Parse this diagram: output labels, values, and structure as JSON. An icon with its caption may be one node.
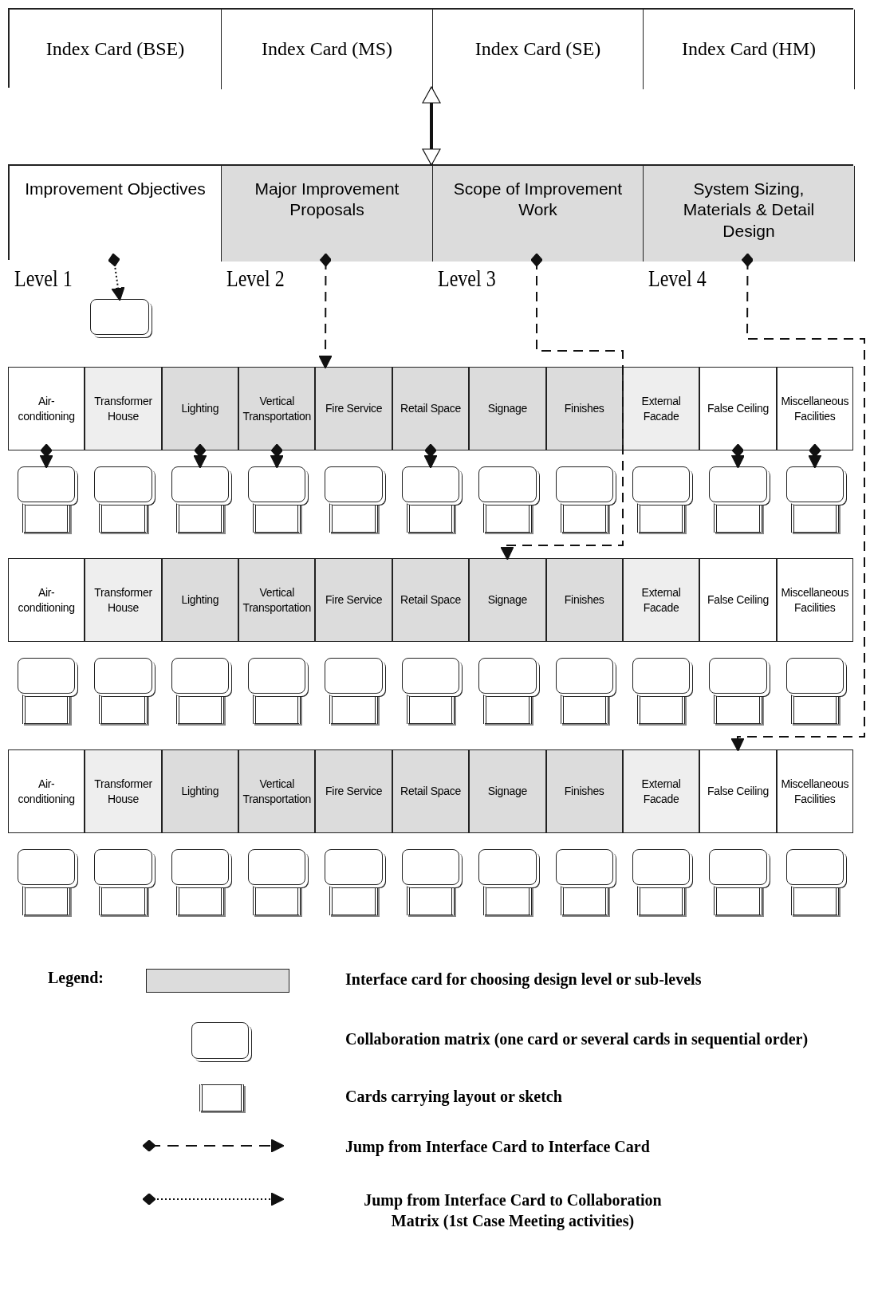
{
  "diagram": {
    "nodes": [
      {
        "text": [],
        "shape": "box"
      },
      {
        "text": [
          "Index Card (BSE)"
        ],
        "in": 0
      },
      {
        "text": [
          "Index Card (MS)"
        ],
        "in": 0
      },
      {
        "text": [
          "Index Card (SE)"
        ],
        "in": 0
      },
      {
        "text": [
          "Index Card (HM)"
        ],
        "in": 0
      },
      {
        "text": [],
        "shape": "box"
      },
      {
        "text": [
          "Improvement Objectives"
        ],
        "in": 5,
        "beside": [
          "Level 1"
        ]
      },
      {
        "text": [
          "Major Improvement Proposals"
        ],
        "in": 5,
        "beside": [
          "Level 2"
        ]
      },
      {
        "text": [
          "Scope of Improvement Work"
        ],
        "in": 5,
        "beside": [
          "Level 3"
        ]
      },
      {
        "text": [
          "System Sizing, Materials & Detail Design"
        ],
        "in": 5,
        "beside": [
          "Level 4"
        ]
      },
      {
        "text": [],
        "shape": "box"
      },
      {
        "text": [
          "Air- conditioning"
        ]
      },
      {
        "text": [
          "Transformer House"
        ]
      },
      {
        "text": [
          "Lighting"
        ]
      },
      {
        "text": [
          "Vertical Transportation"
        ]
      },
      {
        "text": [
          "Fire Service"
        ]
      },
      {
        "text": [
          "Retail Space"
        ]
      },
      {
        "text": [
          "Signage"
        ]
      },
      {
        "text": [
          "Finishes"
        ]
      },
      {
        "text": [
          "External Facade"
        ]
      },
      {
        "text": [
          "False Ceiling"
        ]
      },
      {
        "text": [
          "Miscellaneous Facilities"
        ]
      },
      {
        "text": [],
        "shape": "box"
      },
      {
        "text": [],
        "shape": "box"
      },
      {
        "text": [],
        "shape": "box"
      },
      {
        "text": [],
        "shape": "box"
      },
      {
        "text": [],
        "shape": "box"
      },
      {
        "text": [],
        "shape": "box"
      },
      {
        "text": [],
        "shape": "box"
      },
      {
        "text": [],
        "shape": "box"
      },
      {
        "text": [],
        "shape": "box"
      },
      {
        "text": [],
        "shape": "box"
      },
      {
        "text": [],
        "shape": "box"
      },
      {
        "text": [],
        "shape": "box"
      },
      {
        "text": [],
        "shape": "box"
      },
      {
        "text": [],
        "shape": "box"
      },
      {
        "text": [],
        "shape": "box"
      },
      {
        "text": [],
        "shape": "box"
      },
      {
        "text": [],
        "shape": "box"
      },
      {
        "text": [],
        "shape": "box"
      },
      {
        "text": [],
        "shape": "box"
      },
      {
        "text": [],
        "shape": "box"
      },
      {
        "text": [],
        "shape": "box"
      },
      {
        "text": [],
        "shape": "box"
      },
      {
        "text": [
          "Air- conditioning"
        ]
      },
      {
        "text": [
          "Transformer House"
        ]
      },
      {
        "text": [
          "Lighting"
        ]
      },
      {
        "text": [
          "Vertical Transportation"
        ]
      },
      {
        "text": [
          "Fire Service"
        ]
      },
      {
        "text": [
          "Retail Space"
        ]
      },
      {
        "text": [
          "Signage"
        ]
      },
      {
        "text": [
          "Finishes"
        ]
      },
      {
        "text": [
          "External Facade"
        ]
      },
      {
        "text": [
          "False Ceiling"
        ]
      },
      {
        "text": [
          "Miscellaneous Facilities"
        ]
      },
      {
        "text": [],
        "shape": "box"
      },
      {
        "text": [],
        "shape": "box"
      },
      {
        "text": [],
        "shape": "box"
      },
      {
        "text": [],
        "shape": "box"
      },
      {
        "text": [],
        "shape": "box"
      },
      {
        "text": [],
        "shape": "box"
      },
      {
        "text": [],
        "shape": "box"
      },
      {
        "text": [],
        "shape": "box"
      },
      {
        "text": [],
        "shape": "box"
      },
      {
        "text": [],
        "shape": "box"
      },
      {
        "text": [],
        "shape": "box"
      },
      {
        "text": [],
        "shape": "box"
      },
      {
        "text": [],
        "shape": "box"
      },
      {
        "text": [],
        "shape": "box"
      },
      {
        "text": [],
        "shape": "box"
      },
      {
        "text": [],
        "shape": "box"
      },
      {
        "text": [],
        "shape": "box"
      },
      {
        "text": [],
        "shape": "box"
      },
      {
        "text": [],
        "shape": "box"
      },
      {
        "text": [],
        "shape": "box"
      },
      {
        "text": [],
        "shape": "box"
      },
      {
        "text": [],
        "shape": "box"
      },
      {
        "text": [
          "Air- conditioning"
        ]
      },
      {
        "text": [
          "Transformer House"
        ]
      },
      {
        "text": [
          "Lighting"
        ]
      },
      {
        "text": [
          "Vertical Transportation"
        ]
      },
      {
        "text": [
          "Fire Service"
        ]
      },
      {
        "text": [
          "Retail Space"
        ]
      },
      {
        "text": [
          "Signage"
        ]
      },
      {
        "text": [
          "Finishes"
        ]
      },
      {
        "text": [
          "External Facade"
        ]
      },
      {
        "text": [
          "False Ceiling"
        ]
      },
      {
        "text": [
          "Miscellaneous Facilities"
        ]
      },
      {
        "text": [],
        "shape": "box"
      },
      {
        "text": [],
        "shape": "box"
      },
      {
        "text": [],
        "shape": "box"
      },
      {
        "text": [],
        "shape": "box"
      },
      {
        "text": [],
        "shape": "box"
      },
      {
        "text": [],
        "shape": "box"
      },
      {
        "text": [],
        "shape": "box"
      },
      {
        "text": [],
        "shape": "box"
      },
      {
        "text": [],
        "shape": "box"
      },
      {
        "text": [],
        "shape": "box"
      },
      {
        "text": [],
        "shape": "box"
      },
      {
        "text": [],
        "shape": "box"
      },
      {
        "text": [],
        "shape": "box"
      },
      {
        "text": [],
        "shape": "box"
      },
      {
        "text": [],
        "shape": "box"
      },
      {
        "text": [],
        "shape": "box"
      },
      {
        "text": [],
        "shape": "box"
      },
      {
        "text": [],
        "shape": "box"
      },
      {
        "text": [],
        "shape": "box"
      },
      {
        "text": [],
        "shape": "box"
      },
      {
        "text": [],
        "shape": "box"
      },
      {
        "text": [],
        "shape": "box"
      }
    ],
    "edges": [
      {
        "from": 0,
        "to": 5,
        "arrow": "both"
      },
      {
        "from": 6,
        "to": 10,
        "arrow": "to",
        "style": "dashed"
      },
      {
        "from": 7,
        "to": 15,
        "arrow": "to",
        "style": "dashed"
      },
      {
        "from": 8,
        "to": 50,
        "arrow": "to",
        "style": "dashed"
      },
      {
        "from": 9,
        "to": 86,
        "arrow": "to",
        "style": "dashed"
      },
      {
        "from": 11,
        "to": 22,
        "arrow": "to",
        "style": "dashed"
      },
      {
        "from": 13,
        "to": 24,
        "arrow": "to",
        "style": "dashed"
      },
      {
        "from": 14,
        "to": 25,
        "arrow": "to",
        "style": "dashed"
      },
      {
        "from": 16,
        "to": 27,
        "arrow": "to",
        "style": "dashed"
      },
      {
        "from": 20,
        "to": 31,
        "arrow": "to",
        "style": "dashed"
      },
      {
        "from": 21,
        "to": 32,
        "arrow": "to",
        "style": "dashed"
      }
    ],
    "labels": [
      "Legend:"
    ],
    "legend": [
      {
        "text": "Interface card for choosing design level or sub-levels"
      },
      {
        "text": "Collaboration matrix (one card or several cards in sequential order)"
      },
      {
        "text": "Cards carrying layout or sketch"
      },
      {
        "text": "Jump from Interface Card to Interface Card"
      },
      {
        "text": "Jump from Interface Card to Collaboration Matrix (1st Case Meeting activities)"
      }
    ]
  }
}
